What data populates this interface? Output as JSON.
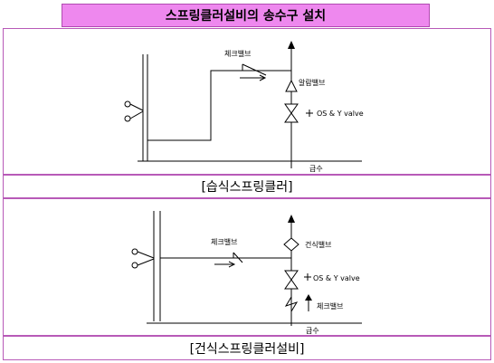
{
  "title": "스프링클러설비의 송수구 설치",
  "wet": {
    "caption": "[습식스프링클러]",
    "label_check": "체크밸브",
    "label_alarm": "알람밸브",
    "label_os": "OS & Y valve",
    "label_supply": "급수"
  },
  "dry": {
    "caption": "[건식스프링클러설비]",
    "label_check_top": "체크밸브",
    "label_dry_valve": "건식밸브",
    "label_os": "OS & Y valve",
    "label_check_bottom": "체크밸브",
    "label_supply": "급수"
  },
  "colors": {
    "title_bg": "#ee88ee",
    "border": "#b85ab8",
    "line": "#000000"
  }
}
